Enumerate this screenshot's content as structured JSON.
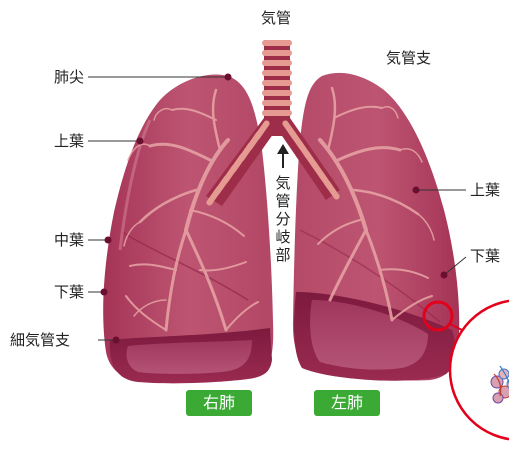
{
  "labels": {
    "trachea": "気管",
    "bronchi": "気管支",
    "apex": "肺尖",
    "upper_lobe_right": "上葉",
    "middle_lobe": "中葉",
    "lower_lobe_right": "下葉",
    "bronchiole": "細気管支",
    "upper_lobe_left": "上葉",
    "lower_lobe_left": "下葉",
    "carina_chars": [
      "気",
      "管",
      "分",
      "岐",
      "部"
    ]
  },
  "badges": {
    "right_lung": "右肺",
    "left_lung": "左肺"
  },
  "colors": {
    "lung_fill": "#b04360",
    "lung_dark": "#8e1f45",
    "lung_highlight": "#c85a78",
    "bronchi_tree": "#e8a6a6",
    "trachea_ring": "#e59a92",
    "trachea_gap": "#9e2d4a",
    "badge_green": "#3aaa35",
    "detail_circle": "#e3001b"
  }
}
